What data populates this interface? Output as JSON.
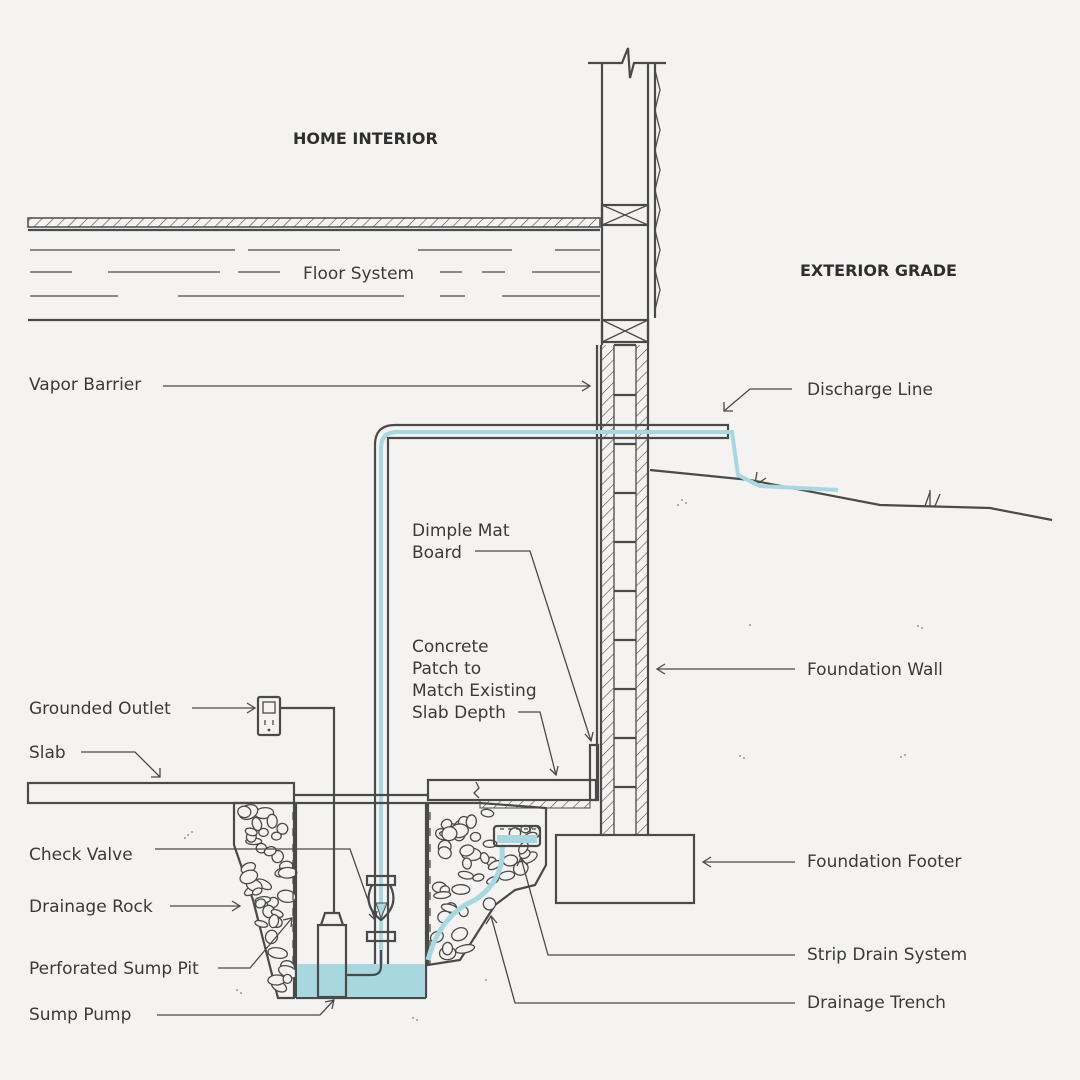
{
  "headers": {
    "home_interior": "HOME INTERIOR",
    "exterior_grade": "EXTERIOR GRADE"
  },
  "labels": {
    "floor_system": "Floor System",
    "vapor_barrier": "Vapor Barrier",
    "discharge_line": "Discharge Line",
    "dimple_mat_1": "Dimple Mat",
    "dimple_mat_2": "Board",
    "concrete_patch_1": "Concrete",
    "concrete_patch_2": "Patch to",
    "concrete_patch_3": "Match Existing",
    "concrete_patch_4": "Slab Depth",
    "foundation_wall": "Foundation Wall",
    "grounded_outlet": "Grounded Outlet",
    "slab": "Slab",
    "foundation_footer": "Foundation Footer",
    "check_valve": "Check Valve",
    "drainage_rock": "Drainage Rock",
    "strip_drain_system": "Strip Drain System",
    "perforated_sump_pit": "Perforated Sump Pit",
    "drainage_trench": "Drainage Trench",
    "sump_pump": "Sump Pump"
  },
  "colors": {
    "background": "#f4f3f1",
    "line": "#4a4a4a",
    "water": "#a9d7df",
    "water_stroke": "#8fcad4"
  }
}
